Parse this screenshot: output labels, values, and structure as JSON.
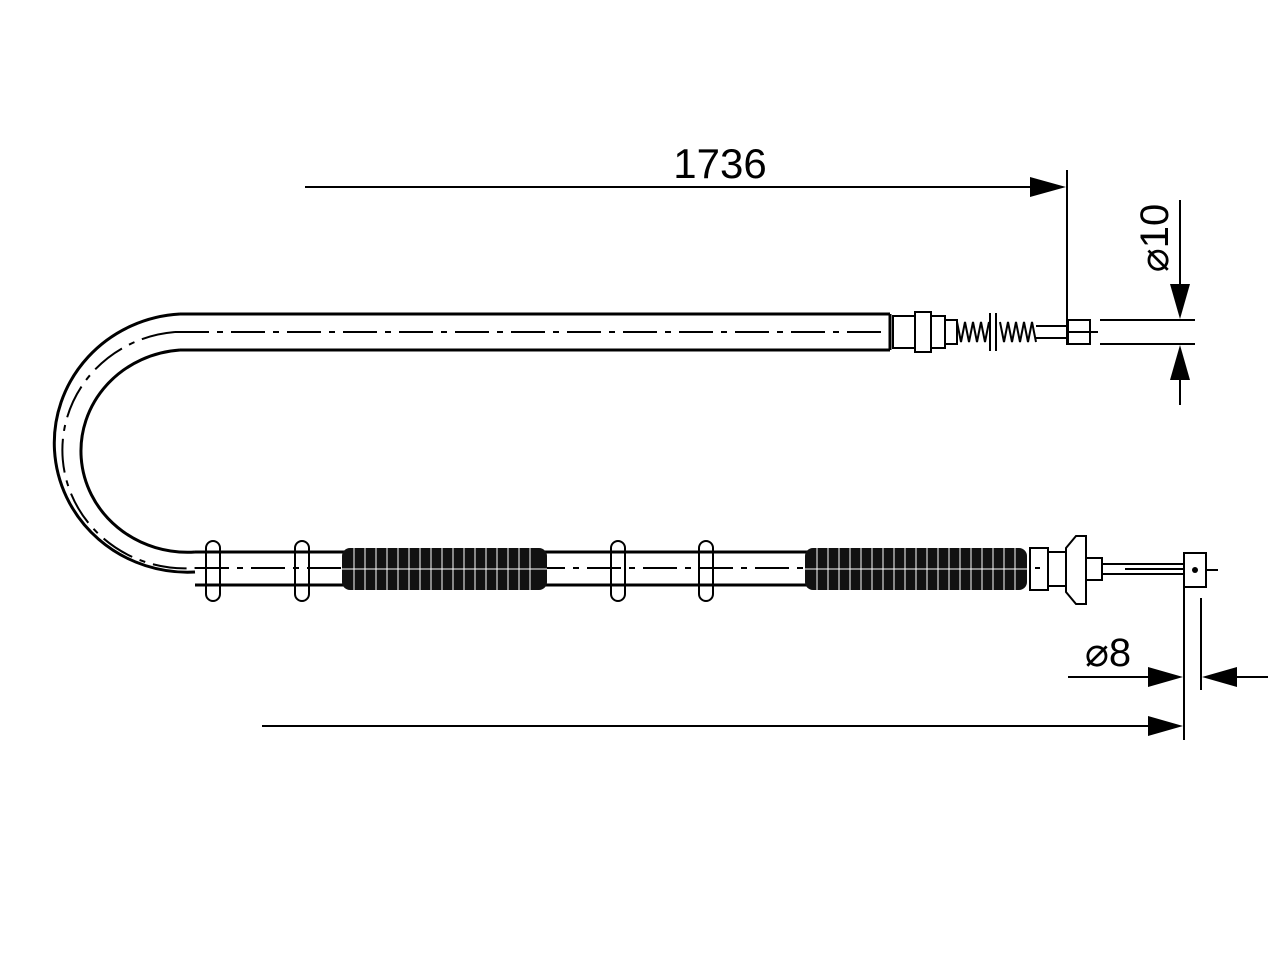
{
  "drawing": {
    "dimensions": {
      "overall_length": "1736",
      "diameter_end_top": "⌀10",
      "diameter_end_bottom": "⌀8"
    },
    "colors": {
      "line": "#000000",
      "background": "#ffffff",
      "boot_fill": "#111111"
    }
  }
}
